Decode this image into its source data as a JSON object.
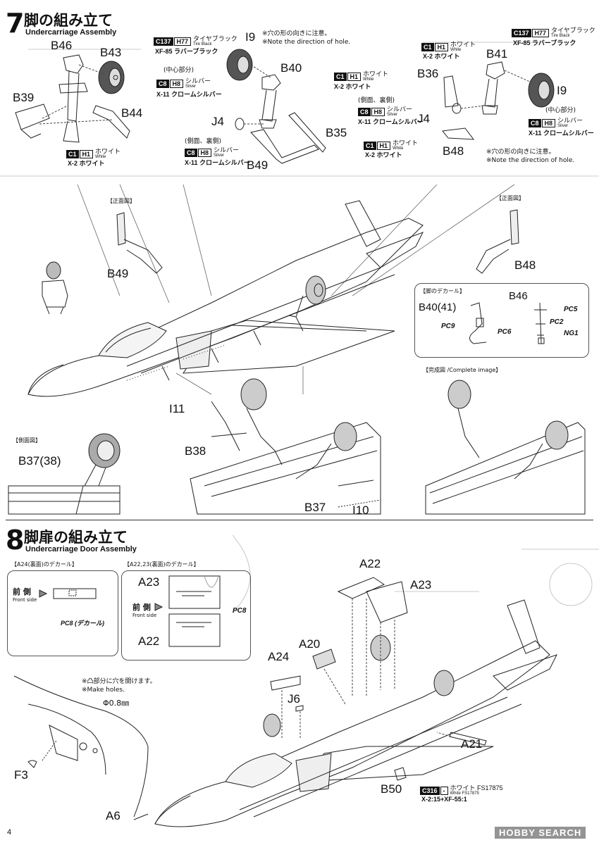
{
  "step7": {
    "num": "7",
    "title_jp": "脚の組み立て",
    "title_en": "Undercarriage Assembly",
    "parts": {
      "b46": "B46",
      "b43": "B43",
      "b39": "B39",
      "b44": "B44",
      "i9a": "I9",
      "b40": "B40",
      "j4a": "J4",
      "b35": "B35",
      "b49": "B49",
      "b41": "B41",
      "b36": "B36",
      "j4b": "J4",
      "i9b": "I9",
      "b48": "B48"
    },
    "note_left": {
      "jp": "※穴の形の向きに注意。",
      "en": "※Note the direction of hole."
    },
    "note_right": {
      "jp": "※穴の形の向きに注意。",
      "en": "※Note the direction of hole."
    },
    "colors": {
      "c137_code": "C137",
      "c137_h": "H77",
      "c137_jp": "タイヤブラック",
      "c137_en": "Tire Black",
      "xf85": "XF-85 ラバーブラック",
      "c8_code": "C8",
      "c8_h": "H8",
      "c8_jp": "シルバー",
      "c8_en": "Silver",
      "x11": "X-11 クロームシルバー",
      "c1_code": "C1",
      "c1_h": "H1",
      "c1_jp": "ホワイト",
      "c1_en": "White",
      "x2": "X-2 ホワイト",
      "center": "(中心部分)",
      "sideback": "(側面、裏側)"
    },
    "views": {
      "front_left": "【正面図】",
      "front_right": "【正面図】",
      "side": "【側面図】",
      "complete": "【完成図 /Complete image】"
    },
    "lower_parts": {
      "b49": "B49",
      "b48": "B48",
      "i11": "I11",
      "b38": "B38",
      "b37": "B37",
      "i10": "I10",
      "b37_38": "B37(38)"
    },
    "decal_box": {
      "title": "【脚のデカール】",
      "b40": "B40(41)",
      "b46": "B46",
      "pc9": "PC9",
      "pc6": "PC6",
      "pc5": "PC5",
      "pc2": "PC2",
      "ng1": "NG1"
    }
  },
  "step8": {
    "num": "8",
    "title_jp": "脚扉の組み立て",
    "title_en": "Undercarriage Door Assembly",
    "a24_box": {
      "title": "【A24(裏面)のデカール】",
      "front_jp": "前 側",
      "front_en": "Front side",
      "pc8": "PC8 (デカール)"
    },
    "a22_box": {
      "title": "【A22,23(裏面)のデカール】",
      "a23": "A23",
      "a22": "A22",
      "front_jp": "前 側",
      "front_en": "Front side",
      "pc8": "PC8"
    },
    "hole_note": {
      "jp": "※凸部分に穴を開けます。",
      "en": "※Make holes.",
      "dia": "Φ0.8㎜"
    },
    "parts": {
      "a22": "A22",
      "a23": "A23",
      "a20": "A20",
      "a24": "A24",
      "j6": "J6",
      "f3": "F3",
      "a21": "A21",
      "b50": "B50",
      "a6": "A6"
    },
    "color": {
      "code": "C316",
      "h": "-",
      "jp": "ホワイト FS17875",
      "en": "White FS17875",
      "mix": "X-2:15+XF-55:1"
    }
  },
  "page_num": "4",
  "watermark": "HOBBY SEARCH"
}
